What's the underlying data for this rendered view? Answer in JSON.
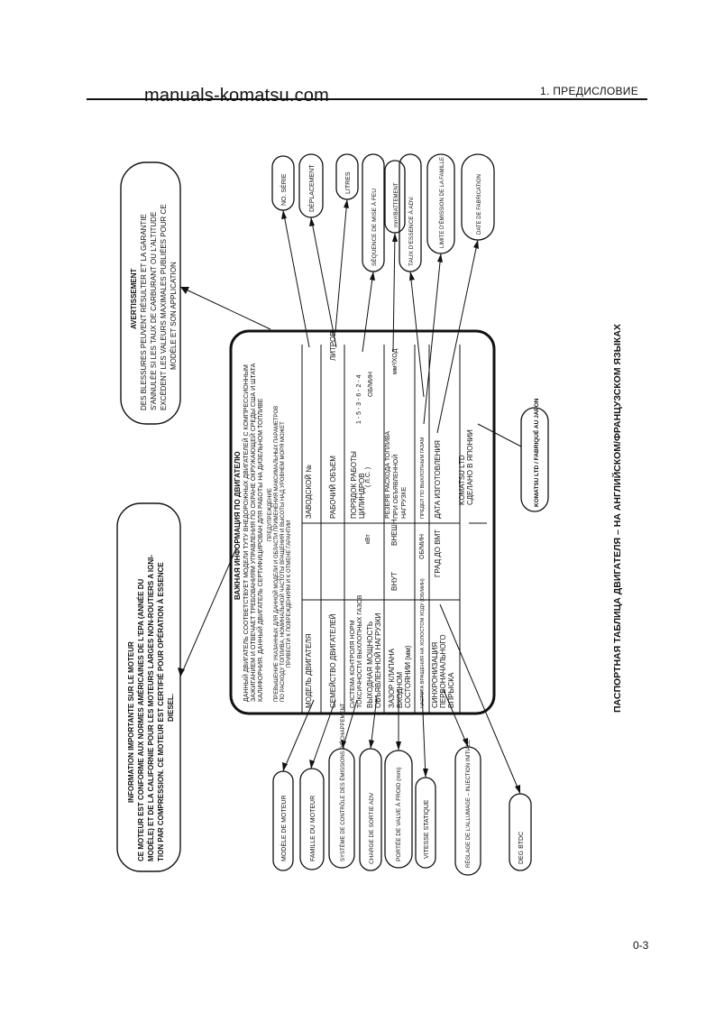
{
  "header": {
    "watermark": "manuals-komatsu.com",
    "section": "1. ПРЕДИСЛОВИЕ"
  },
  "caption": "ПАСПОРТНАЯ ТАБЛИЦА ДВИГАТЕЛЯ – НА АНГЛИЙСКОМ/ФРАНЦУЗСКОМ ЯЗЫКАХ",
  "page_number": "0-3",
  "plate": {
    "title": "ВАЖНАЯ ИНФОРМАЦИЯ ПО ДВИГАТЕЛЮ",
    "intro_lines": [
      "ДАННЫЙ ДВИГАТЕЛЬ СООТВЕТСТВУЕТ МОДЕЛИ ТУТУ ВНЕДОРОЖНЫХ ДВИГАТЕЛЕЙ С КОМПРЕССИОННЫМ",
      "ЗАЖИГАНИЕМ И ОТВЕЧАЕТ ТРЕБОВАНИЯМ УПРАВЛЕНИЯ ПО ОХРАНЕ ОКРУЖАЮЩЕЙ СРЕДЫ США И ШТАТА",
      "КАЛИФОРНИЯ. ДАННЫЙ ДВИГАТЕЛЬ СЕРТИФИЦИРОВАН ДЛЯ РАБОТЫ НА ДИЗЕЛЬНОМ ТОПЛИВЕ"
    ],
    "warning_lines": [
      "ПРЕДУПРЕЖДЕНИЕ",
      "ПРЕВЫШЕНИЕ УКАЗАННЫХ ДЛЯ ДАННОЙ МОДЕЛИ И ОБЛАСТИ ПРИМЕНЕНИЯ МАКСИМАЛЬНЫХ ПАРАМЕТРОВ",
      "ПО РАСХОДУ ТОПЛИВА, НОМИНАЛЬНОЙ ЧАСТОТЫ ВРАЩЕНИЯ И ВЫСОТЫ НАД УРОВНЕМ МОРЯ МОЖЕТ",
      "ПРИВЕСТИ К ПОВРЕЖДЕНИЯМ И К ОТМЕНЕ ГАРАНТИИ"
    ],
    "col1": [
      "МОДЕЛЬ ДВИГАТЕЛЯ",
      "СЕМЕЙСТВО ДВИГАТЕЛЕЙ",
      "СИСТЕМА КОНТРОЛЯ НОРМ",
      "ТОКСИЧНОСТИ ВЫХЛОПНЫХ ГАЗОВ",
      "ВЫХОДНАЯ МОЩНОСТЬ",
      "ОБЪЯВЛЕННОЙ НАГРУЗКИ",
      "ЗАЗОР КЛАПАНА",
      "ВХОДНОМ",
      "СОСТОЯНИИ (мм)",
      "ЧАСТОТА ВРАЩЕНИЯ НА ХОЛОСТОМ ХОДУ (ОБ/МИН)",
      "СИНХРОНИЗАЦИЯ",
      "ПЕРВОНАЧАЛЬНОГО",
      "ВПРЫСКА"
    ],
    "col2": [
      "ЗАВОДСКОЙ №",
      "РАБОЧИЙ ОБЪЕМ",
      "ПОРЯДОК РАБОТЫ",
      "ЦИЛИНДРОВ",
      "кВт",
      "( Л.С. )",
      "ВНУТ",
      "ВНЕШН",
      "ОБ/МИН",
      "ГРАД ДО ВМТ"
    ],
    "col3": [
      "ЛИТРОВ",
      "1 - 5 - 3 - 6 - 2 - 4",
      "ОБ/МИН",
      "РЕЗЕРВ РАСХОДА ТОПЛИВА",
      "ПРИ ОБЪЯВЛЕННОЙ",
      "НАГРУЗКЕ",
      "мм³/ХОД",
      "ПРЕДЕЛ ПО ВЫХЛОПНЫМ ГАЗАМ",
      "ДАТА ИЗГОТОВЛЕНИЯ",
      "KOMATSU LTD",
      "СДЕЛАНО В ЯПОНИИ"
    ]
  },
  "callouts_left": {
    "info_box": [
      "INFORMATION IMPORTANTE SUR LE MOTEUR",
      "CE MOTEUR EST CONFORME AUX NORMES AMÉRICAINES DE L'EPA (ANNÉE DU",
      "MODÈLE) ET DE LA CALIFORNIE POUR LES MOTEURS LARGES NON-ROUTIERS A IGNI-",
      "TION PAR COMPRESSION. CE MOTEUR EST CERTIFIÉ POUR OPÉRATION À ESSENCE",
      "DIESEL."
    ],
    "ovals": [
      "MODÈLE DE MOTEUR",
      "FAMILLE DU MOTEUR",
      "SYSTÈME DE CONTRÔLE DES ÉMISSIONS D'ÉCHAPPEMENT",
      "CHARGE DE SORTIE ADV",
      "PORTÉE DE VALVE À FROID (mm)",
      "VITESSE STATIQUE",
      "RÉGLAGE DE L'ALLUMAGE – INJECTION INITIALE",
      "DEG BTDC"
    ]
  },
  "callouts_right": {
    "warn_box": [
      "AVERTISSEMENT",
      "DES BLESSURES PEUVENT RÉSULTER ET LA GARANTIE",
      "S'ANNULÉE SI LES TAUX DE CARBURANT OU L'ALTITUDE",
      "EXCÈDENT LES VALEURS MAXIMALES PUBLIÉES POUR CE",
      "MODÈLE ET SON APPLICATION"
    ],
    "ovals": [
      "NO. SÉRIE",
      "DÉPLACEMENT",
      "LITRES",
      "SÉQUENCE DE MISE À FEU",
      "mm³/BATTEMENT",
      "TAUX D'ESSENCE À ADV.",
      "LIMITE D'ÉMISSION DE LA FAMILLE",
      "DATE DE FABRICATION"
    ],
    "maker": "KOMATSU LTD / FABRIQUÉ AU JAPON"
  }
}
